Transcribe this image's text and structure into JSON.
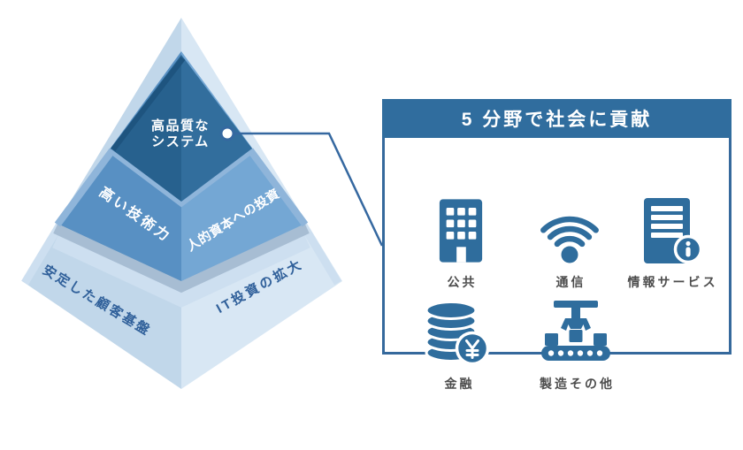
{
  "pyramid": {
    "tiers": [
      {
        "name": "top",
        "label_line1": "高品質な",
        "label_line2": "システム",
        "left_color": "#27618e",
        "right_color": "#326e9d",
        "edge_color": "#1e547f"
      },
      {
        "name": "middle",
        "left_label": "高い技術力",
        "right_label": "人的資本への投資",
        "left_color": "#5890c3",
        "right_color": "#74a7d4",
        "bevel_color": "#8fb5da",
        "shadow_color": "#a7bdd3"
      },
      {
        "name": "bottom",
        "left_label": "安定した顧客基盤",
        "right_label": "IT投資の拡大",
        "left_color": "#c1d7ea",
        "right_color": "#d8e7f4",
        "bevel_color": "#cddff0",
        "text_color": "#30609a"
      }
    ]
  },
  "connector": {
    "line_color": "#3568a0",
    "dot_fill": "#ffffff"
  },
  "panel": {
    "title": "5 分野で社会に貢献",
    "header_bg": "#306d9e",
    "border_color": "#35699c",
    "icon_color": "#2f6d9d",
    "label_color": "#4d4d4d",
    "items": [
      {
        "icon": "building-icon",
        "label": "公共"
      },
      {
        "icon": "wifi-icon",
        "label": "通信"
      },
      {
        "icon": "server-info-icon",
        "label": "情報サービス"
      },
      {
        "icon": "coins-yen-icon",
        "label": "金融"
      },
      {
        "icon": "factory-conveyor-icon",
        "label": "製造その他"
      }
    ]
  }
}
